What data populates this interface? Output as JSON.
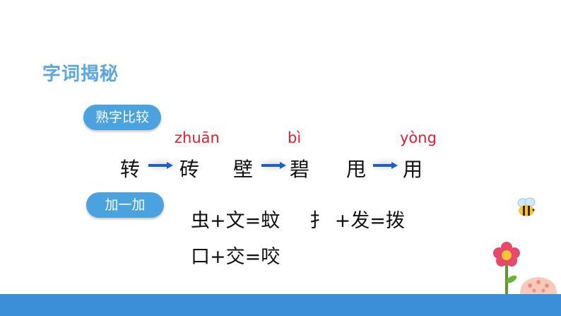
{
  "title": "字词揭秘",
  "pill_compare": "熟字比较",
  "pill_add": "加一加",
  "pairs": [
    {
      "from": "转",
      "to": "砖",
      "pinyin": "zhuān"
    },
    {
      "from": "壁",
      "to": "碧",
      "pinyin": "bì"
    },
    {
      "from": "甩",
      "to": "用",
      "pinyin": "yòng"
    }
  ],
  "equations": [
    "虫+文=蚊",
    "扌 +发=拨",
    "口+交=咬"
  ],
  "colors": {
    "title": "#5aa6e0",
    "pill": "#4aa3df",
    "pinyin": "#e0202e",
    "arrow": "#1f5dc8",
    "bottom_bar": "#3a8fd8"
  },
  "decorations": [
    "bee-icon",
    "flower-icon",
    "cake-icon"
  ]
}
